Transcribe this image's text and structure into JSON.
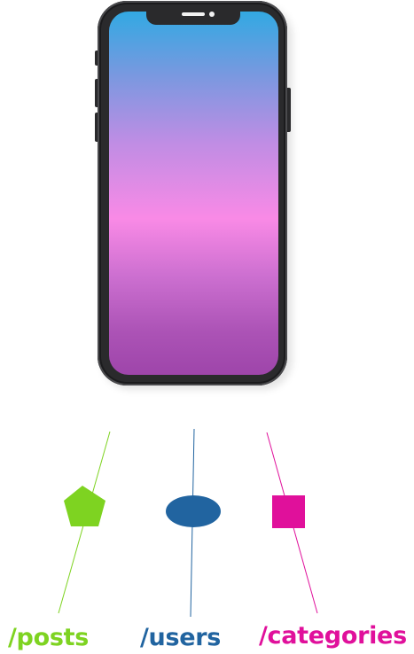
{
  "colors": {
    "posts": "#7ed321",
    "users": "#2164a0",
    "categories": "#e0109b",
    "phone_frame": "#2a2a2c",
    "screen_gradient_top": "#32a9e2",
    "screen_gradient_mid": "#f98ae6",
    "screen_gradient_bottom": "#9e45aa"
  },
  "endpoints": [
    {
      "label": "/posts",
      "shape": "pentagon",
      "color": "#7ed321"
    },
    {
      "label": "/users",
      "shape": "ellipse",
      "color": "#2164a0"
    },
    {
      "label": "/categories",
      "shape": "square",
      "color": "#e0109b"
    }
  ],
  "device": {
    "type": "smartphone"
  }
}
